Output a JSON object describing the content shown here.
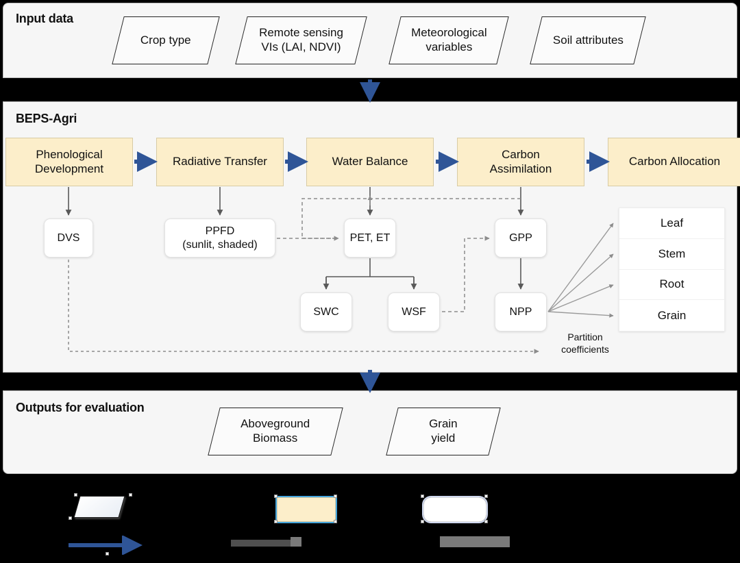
{
  "sections": {
    "input": {
      "title": "Input data"
    },
    "model": {
      "title": "BEPS-Agri"
    },
    "output": {
      "title": "Outputs for evaluation"
    }
  },
  "input_shapes": [
    {
      "label": "Crop type"
    },
    {
      "label": "Remote sensing\nVIs (LAI, NDVI)"
    },
    {
      "label": "Meteorological\nvariables"
    },
    {
      "label": "Soil attributes"
    }
  ],
  "modules": [
    {
      "label": "Phenological\nDevelopment"
    },
    {
      "label": "Radiative Transfer"
    },
    {
      "label": "Water Balance"
    },
    {
      "label": "Carbon\nAssimilation"
    },
    {
      "label": "Carbon Allocation"
    }
  ],
  "variables": [
    {
      "label": "DVS"
    },
    {
      "label": "PPFD\n(sunlit, shaded)"
    },
    {
      "label": "PET, ET"
    },
    {
      "label": "SWC"
    },
    {
      "label": "WSF"
    },
    {
      "label": "GPP"
    },
    {
      "label": "NPP"
    }
  ],
  "partition_table": {
    "rows": [
      "Leaf",
      "Stem",
      "Root",
      "Grain"
    ]
  },
  "annotations": {
    "partition_coefficients": "Partition\ncoefficients"
  },
  "output_shapes": [
    {
      "label": "Aboveground\nBiomass"
    },
    {
      "label": "Grain\nyield"
    }
  ],
  "legend": {
    "items": [
      {
        "icon": "parallelogram-shape",
        "label": ""
      },
      {
        "icon": "solid-blue-arrow",
        "label": ""
      },
      {
        "icon": "yellow-module-box",
        "label": ""
      },
      {
        "icon": "dashed-line",
        "label": ""
      },
      {
        "icon": "rounded-white-box",
        "label": ""
      },
      {
        "icon": "gray-bar",
        "label": ""
      }
    ]
  },
  "colors": {
    "module_fill": "#fceeca",
    "module_border": "#d8cba4",
    "panel_fill": "#f6f6f6",
    "panel_border": "#b9b9b9",
    "flow_arrow": "#2f5597",
    "connector": "#595959",
    "dashed_connector": "#7f7f7f",
    "legend_select": "#45a5dd",
    "page_background": "#000000"
  }
}
